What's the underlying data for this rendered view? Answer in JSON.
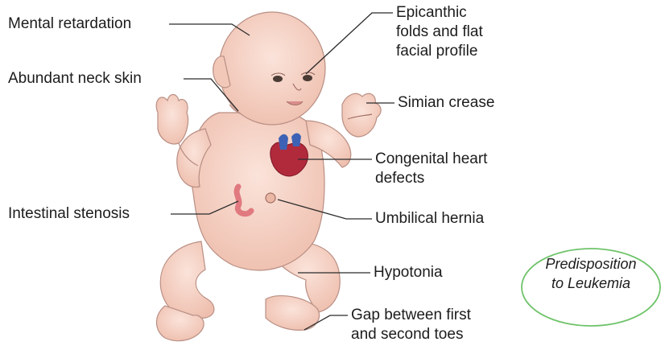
{
  "labels": {
    "mental_retardation": "Mental retardation",
    "abundant_neck_skin": "Abundant neck skin",
    "epicanthic": [
      "Epicanthic",
      "folds and flat",
      "facial profile"
    ],
    "simian_crease": "Simian crease",
    "congenital_heart": [
      "Congenital heart",
      "defects"
    ],
    "intestinal_stenosis": "Intestinal stenosis",
    "umbilical_hernia": "Umbilical hernia",
    "hypotonia": "Hypotonia",
    "toe_gap": [
      "Gap between first",
      "and second toes"
    ]
  },
  "callout": {
    "lines": [
      "Predisposition",
      "to Leukemia"
    ],
    "border_color": "#6fc36a"
  },
  "colors": {
    "skin": "#f6d4c8",
    "skin_shade": "#e8b8a8",
    "outline": "#b98f84",
    "heart_red": "#b12a3c",
    "heart_blue": "#3d62b5",
    "intestine": "#e07a80",
    "leader_line": "#2b2b2b"
  }
}
